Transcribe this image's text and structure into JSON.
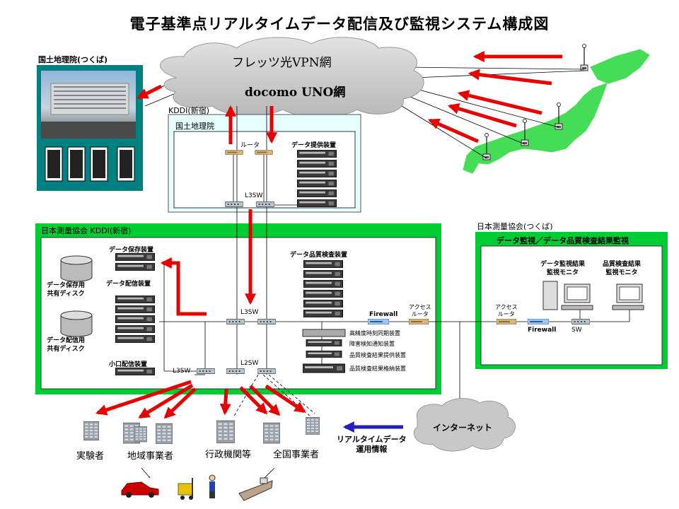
{
  "title": "電子基準点リアルタイムデータ配信及び監視システム構成図",
  "cloud_vpn": {
    "line1": "フレッツ光VPN網",
    "line2": "docomo UNO網"
  },
  "gsi_tsukuba": {
    "label": "国土地理院(つくば)"
  },
  "kddi_shinjuku": {
    "label": "KDDI(新宿)",
    "inner_label": "国土地理院",
    "router_label": "ルータ",
    "data_provider_label": "データ提供装置",
    "l3sw_label": "L3SW"
  },
  "jsa_kddi": {
    "label": "日本測量協会 KDDI(新宿)",
    "storage_device": "データ保存装置",
    "storage_disk": "データ保存用\n共有ディスク",
    "delivery_device": "データ配信装置",
    "delivery_disk": "データ配信用\n共有ディスク",
    "small_delivery": "小口配信装置",
    "l3sw_left": "L3SW",
    "l3sw_center": "L3SW",
    "l2sw": "L2SW",
    "quality_device": "データ品質検査装置",
    "firewall": "Firewall",
    "access_router": "アクセス\nルータ",
    "devices": [
      "高精度時刻同期装置",
      "障害検知通知装置",
      "品質検査結果提供装置",
      "品質検査結果格納装置"
    ]
  },
  "jsa_tsukuba": {
    "label": "日本測量協会(つくば)",
    "panel_title": "データ監視／データ品質検査結果監視",
    "monitor1": "データ監視結果\n監視モニタ",
    "monitor2": "品質検査結果\n監視モニタ",
    "access_router": "アクセス\nルータ",
    "firewall": "Firewall",
    "sw": "SW"
  },
  "internet": {
    "label": "インターネット",
    "realtime_info": "リアルタイムデータ\n運用情報"
  },
  "users": [
    "実験者",
    "地域事業者",
    "行政機関等",
    "全国事業者"
  ],
  "colors": {
    "green": "#00cc33",
    "teal": "#008080",
    "arrow_red": "#e60000",
    "arrow_blue": "#2222bb",
    "cloud": "#c8c8c8",
    "panel_cyan": "#e6ffff",
    "japan_green": "#44dd55"
  }
}
